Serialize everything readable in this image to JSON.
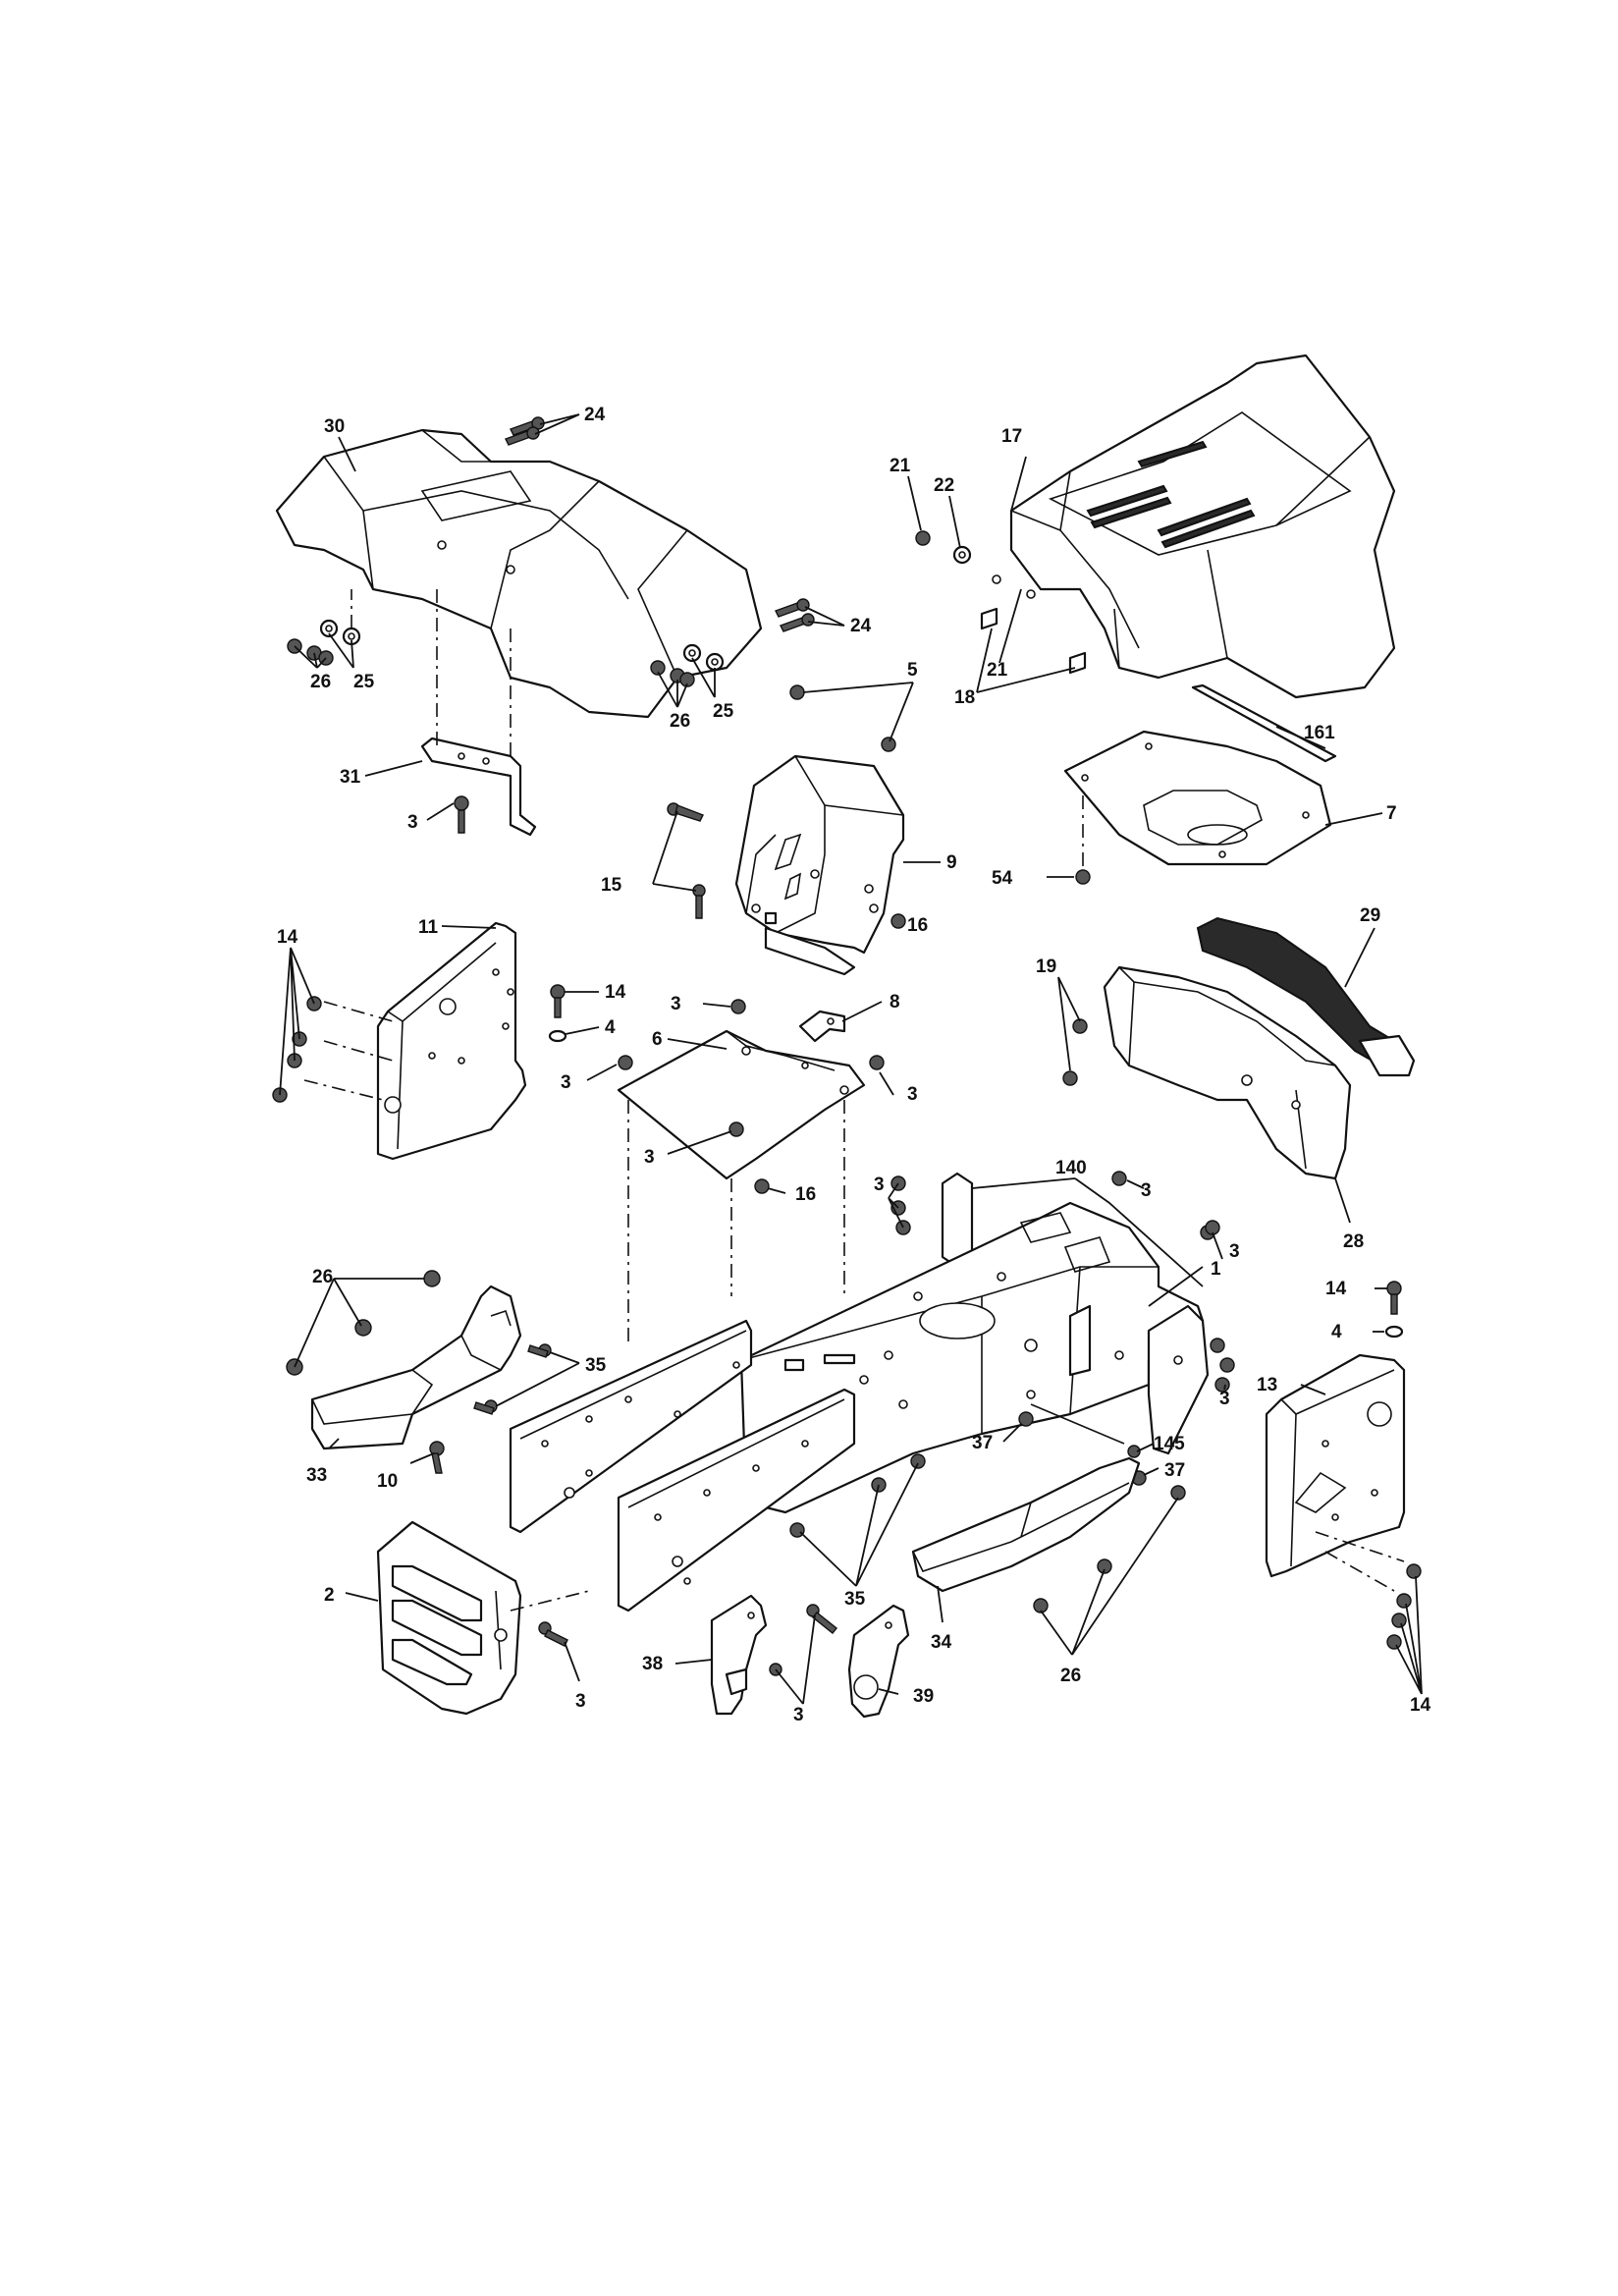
{
  "diagram": {
    "colors": {
      "ink": "#111111",
      "paper": "#ffffff",
      "shade": "#d4d4d4"
    },
    "callouts": {
      "c30": "30",
      "c24a": "24",
      "c24b": "24",
      "c26a": "26",
      "c25a": "25",
      "c26b": "26",
      "c25b": "25",
      "c31": "31",
      "c3a": "3",
      "c21a": "21",
      "c22": "22",
      "c17": "17",
      "c21b": "21",
      "c18": "18",
      "c5": "5",
      "c9": "9",
      "c15": "15",
      "c16a": "16",
      "c161": "161",
      "c7": "7",
      "c54": "54",
      "c11": "11",
      "c14a": "14",
      "c14b": "14",
      "c4a": "4",
      "c3b": "3",
      "c3c": "3",
      "c6": "6",
      "c8": "8",
      "c3d": "3",
      "c3e": "3",
      "c16b": "16",
      "c29": "29",
      "c19": "19",
      "c28": "28",
      "c3f": "3",
      "c140": "140",
      "c3g": "3",
      "c3h": "3",
      "c1": "1",
      "c26c": "26",
      "c35a": "35",
      "c33": "33",
      "c10": "10",
      "c3i": "3",
      "c37a": "37",
      "c145": "145",
      "c37b": "37",
      "c14c": "14",
      "c4b": "4",
      "c13": "13",
      "c2": "2",
      "c3j": "3",
      "c38": "38",
      "c3k": "3",
      "c39": "39",
      "c35b": "35",
      "c34": "34",
      "c26d": "26",
      "c14d": "14"
    }
  }
}
